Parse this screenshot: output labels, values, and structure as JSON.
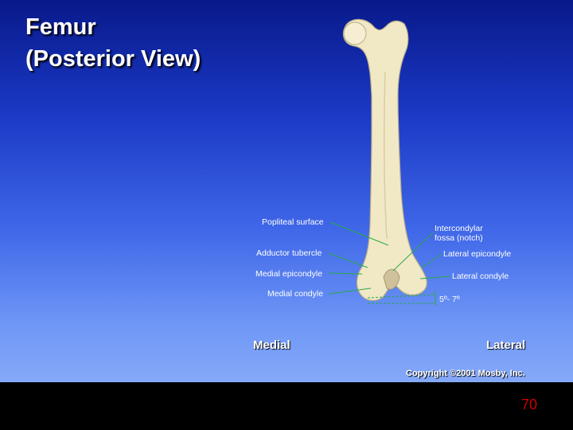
{
  "slide": {
    "title_line1": "Femur",
    "title_line2": "(Posterior View)"
  },
  "labels": {
    "popliteal_surface": "Popliteal surface",
    "adductor_tubercle": "Adductor tubercle",
    "medial_epicondyle": "Medial epicondyle",
    "medial_condyle": "Medial condyle",
    "intercondylar_line1": "Intercondylar",
    "intercondylar_line2": "fossa (notch)",
    "lateral_epicondyle": "Lateral epicondyle",
    "lateral_condyle": "Lateral condyle",
    "angle": "5º- 7º"
  },
  "sides": {
    "medial": "Medial",
    "lateral": "Lateral"
  },
  "copyright": "Copyright ©2001 Mosby, Inc.",
  "page_number": "70",
  "colors": {
    "bone": "#f1e8c6",
    "leader_line": "#2aa84a",
    "page_number": "#cc0000"
  }
}
